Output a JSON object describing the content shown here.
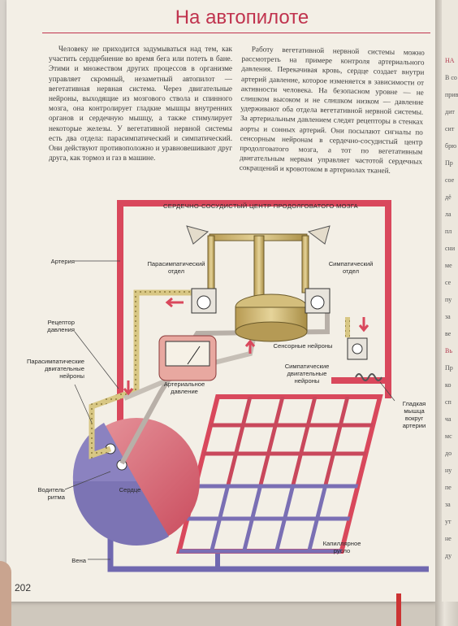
{
  "page": {
    "title": "На автопилоте",
    "page_number": "202",
    "colors": {
      "accent": "#c0334e",
      "artery": "#d9485c",
      "vein": "#6e64a8",
      "nerve": "#c9b46a"
    }
  },
  "text": {
    "left_column": "Человеку не приходится задумываться над тем, как участить сердцебиение во время бега или потеть в бане. Этими и множеством других процессов в организме управляет скромный, незаметный автопилот — вегетативная нервная система. Через двигательные нейроны, выходящие из мозгового ствола и спинного мозга, она контролирует гладкие мышцы внутренних органов и сердечную мышцу, а также стимулирует некоторые железы. У вегетативной нервной системы есть два отдела: парасимпатический и симпатический. Они действуют противоположно и уравновешивают друг друга, как тормоз и газ в машине.",
    "right_column": "Работу вегетативной нервной системы можно рассмотреть на примере контроля артериального давления. Перекачивая кровь, сердце создает внутри артерий давление, которое изменяется в зависимости от активности человека. На безопасном уровне — не слишком высоком и не слишком низком — давление удерживают оба отдела вегетативной нервной системы. За артериальным давлением следят рецепторы в стенках аорты и сонных артерий. Они посылают сигналы по сенсорным нейронам в сердечно-сосудистый центр продолговатого мозга, а тот по вегетативным двигательным нервам управляет частотой сердечных сокращений и кровотоком в артериолах тканей."
  },
  "diagram": {
    "header": "СЕРДЕЧНО-СОСУДИСТЫЙ ЦЕНТР ПРОДОЛГОВАТОГО МОЗГА",
    "labels": {
      "artery": "Артерия",
      "parasympathetic_division": "Парасимпатический отдел",
      "sympathetic_division": "Симпатический отдел",
      "pressure_receptor": "Рецептор давления",
      "sensory_neurons": "Сенсорные нейроны",
      "parasympathetic_motor_neurons": "Парасимпатические двигательные нейроны",
      "sympathetic_motor_neurons": "Симпатические двигательные нейроны",
      "arterial_pressure": "Артериальное давление",
      "smooth_muscle": "Гладкая мышца вокруг артерии",
      "pacemaker": "Водитель ритма",
      "heart": "Сердце",
      "capillary_bed": "Капиллярное русло",
      "vein": "Вена"
    }
  },
  "next_page": {
    "fragments": [
      "НА",
      "В со",
      "прив",
      "дит",
      "сит",
      "брю",
      "Пр",
      "сое",
      "дё",
      "ла",
      "пл",
      "сни",
      "ме",
      "се",
      "пу",
      "за",
      "ве",
      "Вь",
      "Пр",
      "ко",
      "сп",
      "ча",
      "мс",
      "до",
      "ну",
      "пе",
      "за",
      "ут",
      "не",
      "ду"
    ]
  }
}
